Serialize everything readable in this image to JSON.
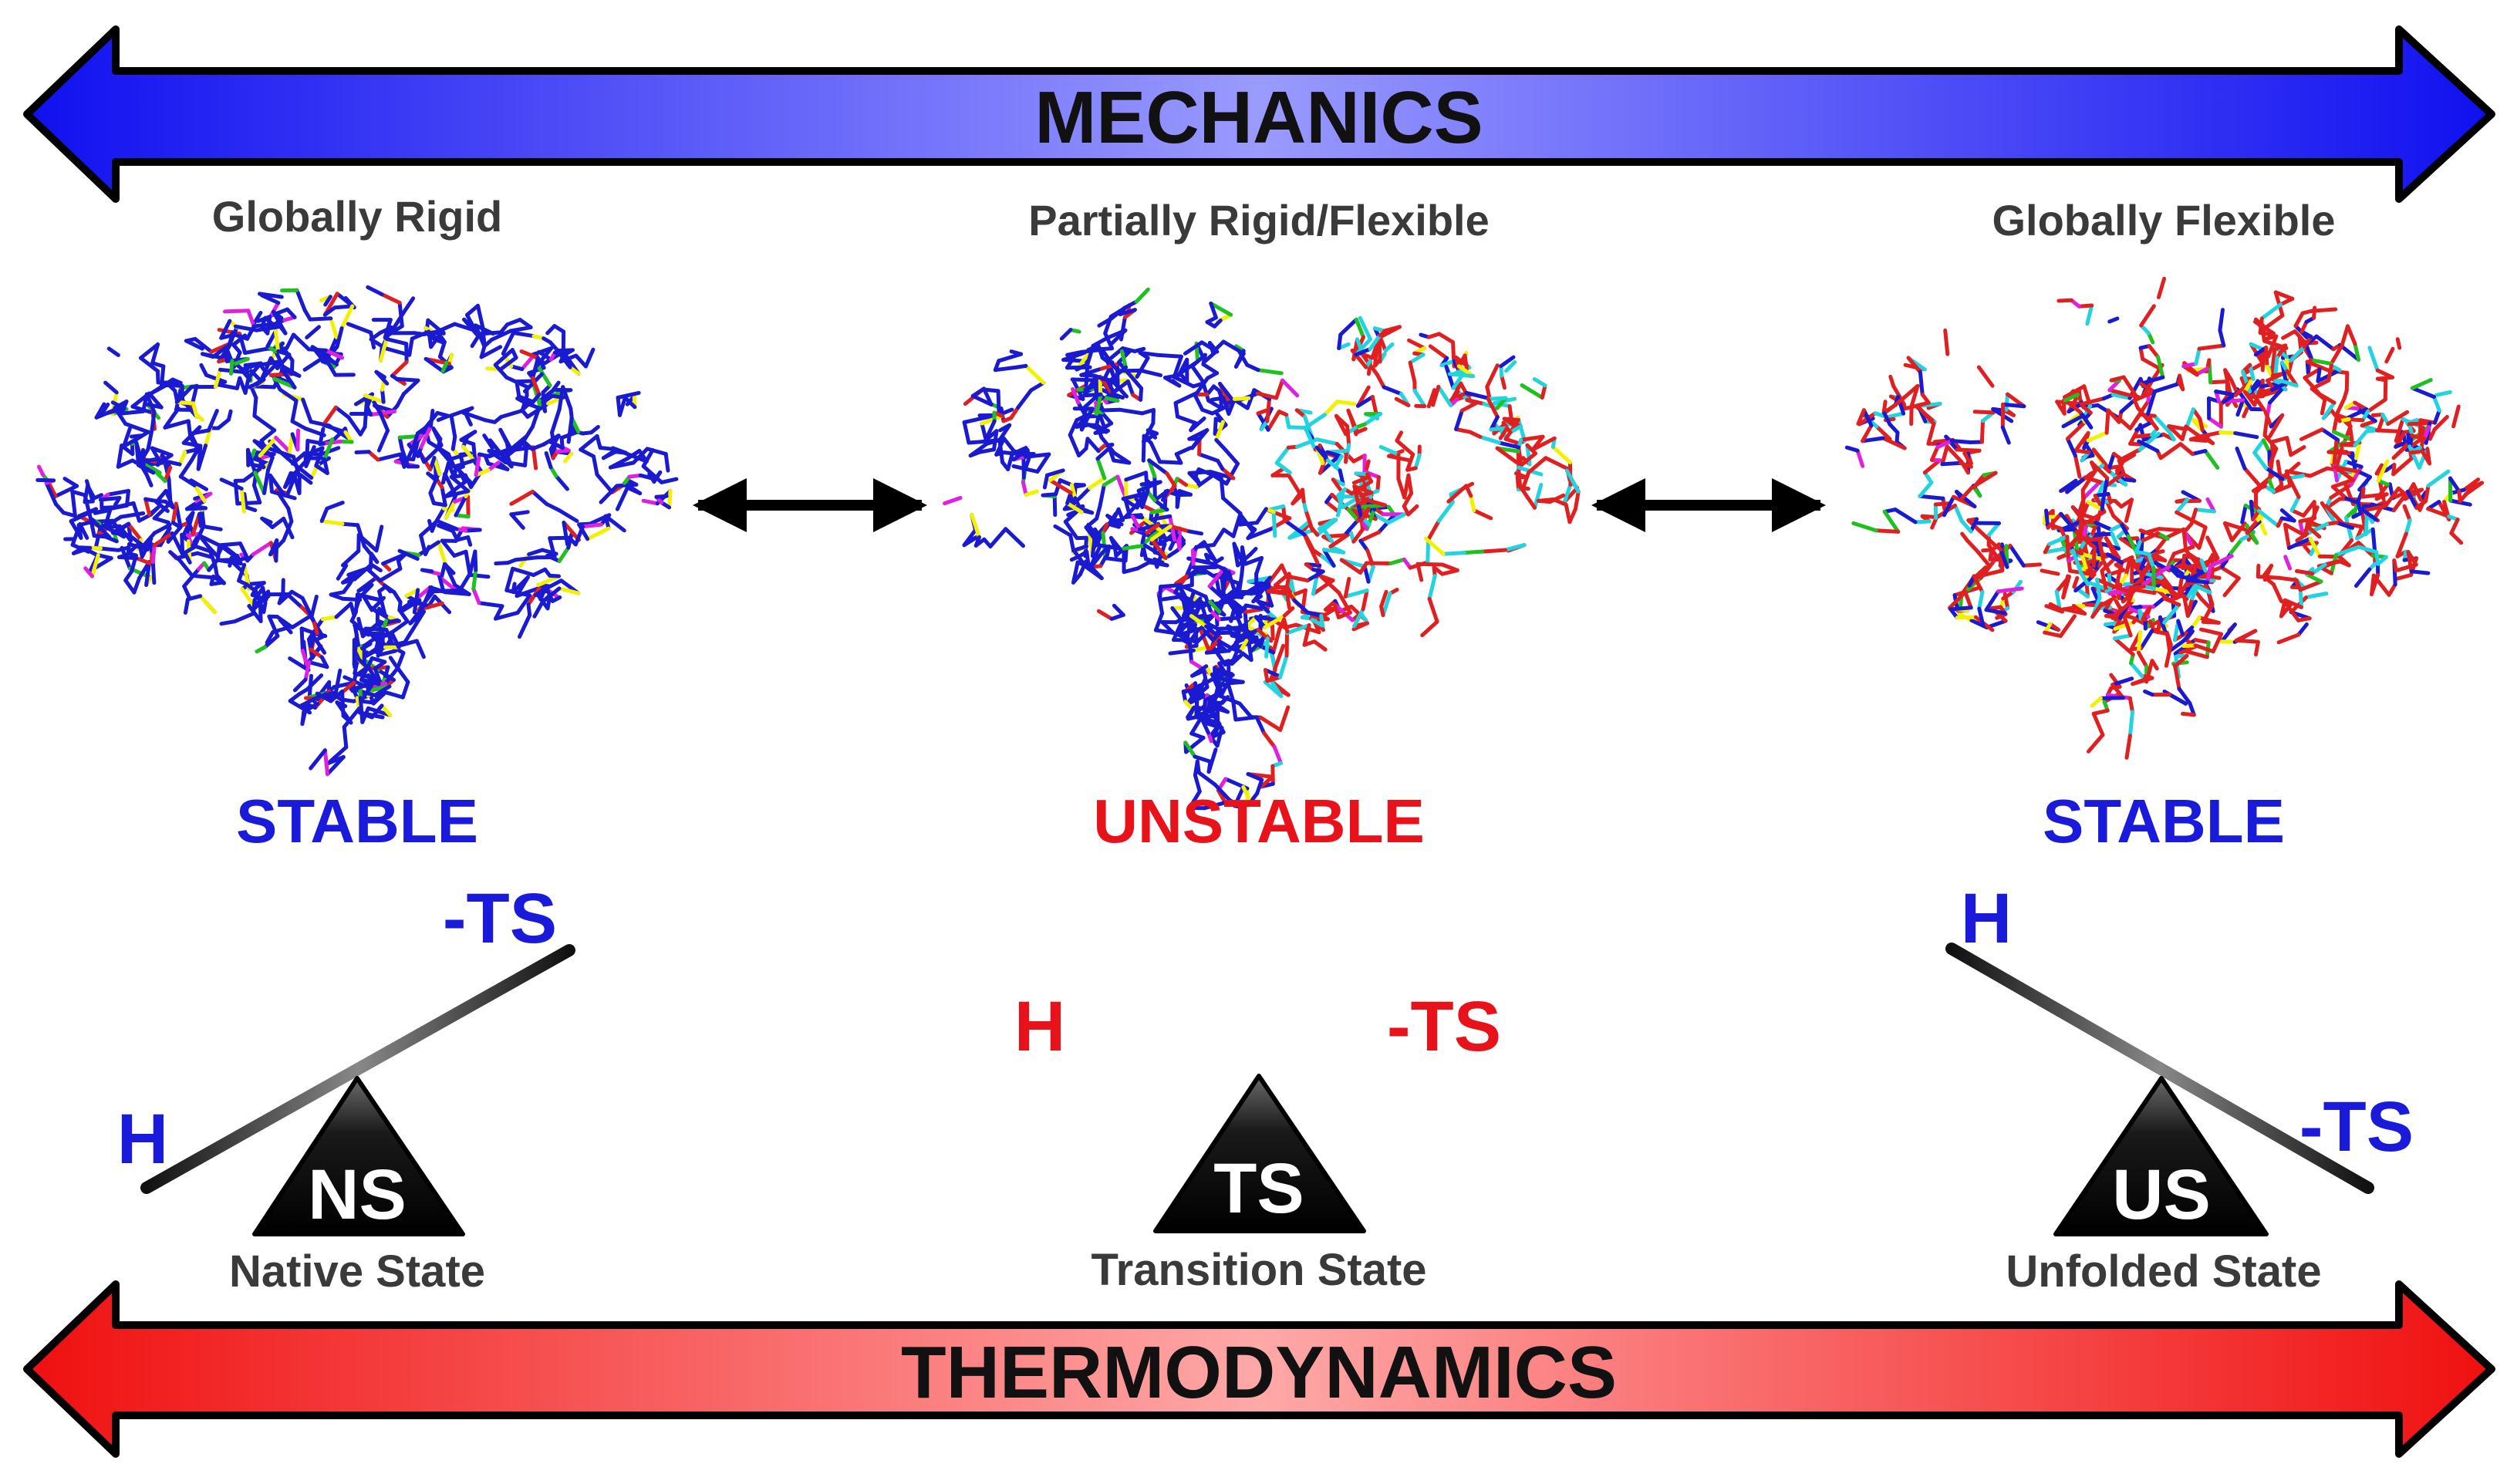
{
  "top_arrow": {
    "label": "MECHANICS"
  },
  "bottom_arrow": {
    "label": "THERMODYNAMICS"
  },
  "columns": [
    {
      "rigidity": "Globally Rigid",
      "stability": "STABLE",
      "stability_color": "#1a1adb",
      "left_term": "H",
      "right_term": "-TS",
      "term_color": "#1a1adb",
      "triangle_label": "NS",
      "state_name": "Native State"
    },
    {
      "rigidity": "Partially Rigid/Flexible",
      "stability": "UNSTABLE",
      "stability_color": "#e8121b",
      "left_term": "H",
      "right_term": "-TS",
      "term_color": "#e8121b",
      "triangle_label": "TS",
      "state_name": "Transition State"
    },
    {
      "rigidity": "Globally Flexible",
      "stability": "STABLE",
      "stability_color": "#1a1adb",
      "left_term": "H",
      "right_term": "-TS",
      "term_color": "#1a1adb",
      "triangle_label": "US",
      "state_name": "Unfolded State"
    }
  ],
  "colors": {
    "mechanics_blue": "#3a3aff",
    "thermo_red": "#f21e1e",
    "rigid_blue": "#1a1ad0",
    "flexible_red": "#e02020",
    "cyan": "#22d3e0",
    "magenta": "#e020e0",
    "yellow": "#f2f200",
    "green": "#20c020"
  }
}
